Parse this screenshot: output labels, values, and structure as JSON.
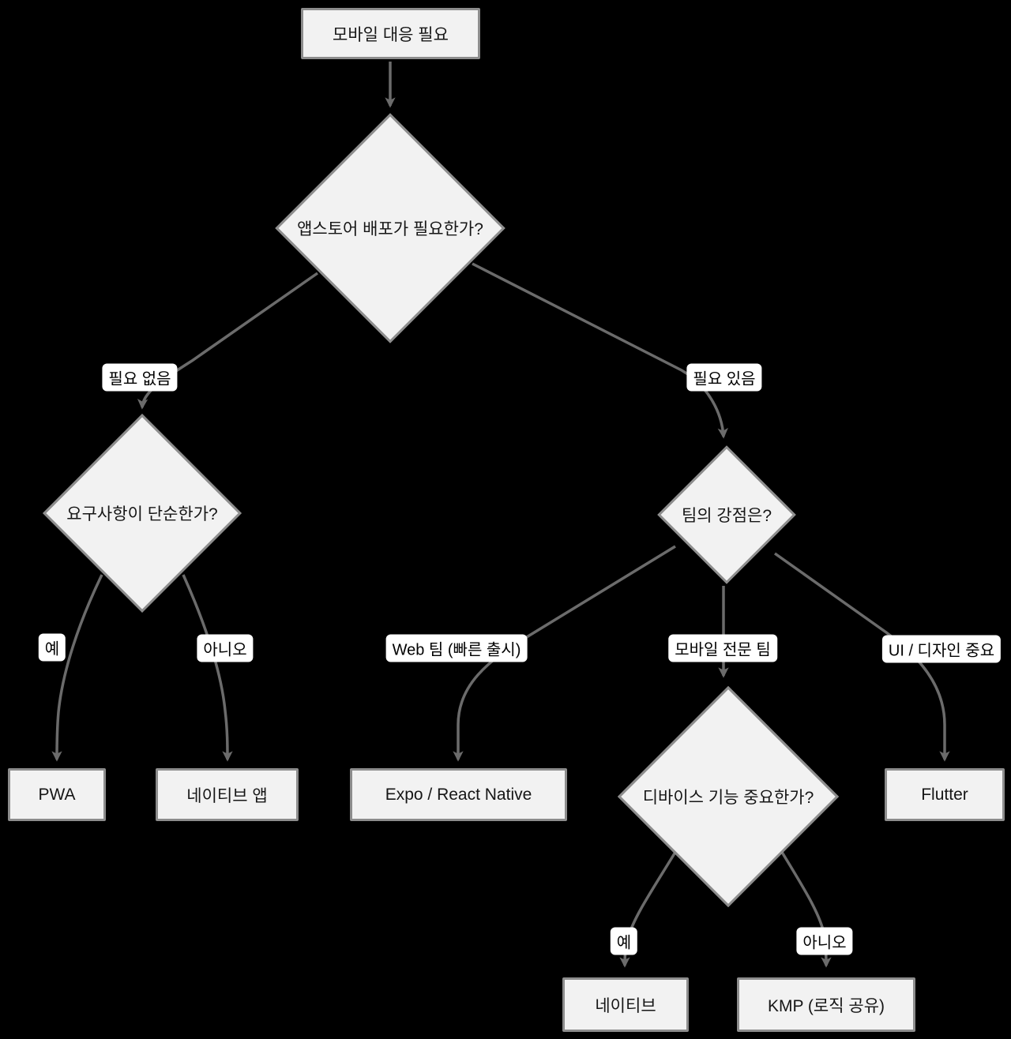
{
  "diagram": {
    "type": "flowchart-decision-tree",
    "colors": {
      "background": "#000000",
      "node_fill": "#f2f2f2",
      "node_border": "#8d8d8d",
      "edge_stroke": "#6b6b6b",
      "edge_label_bg": "#ffffff",
      "text": "#161616"
    },
    "nodes": {
      "start": {
        "label": "모바일 대응 필요",
        "shape": "rect"
      },
      "q_appstore": {
        "label": "앱스토어 배포가 필요한가?",
        "shape": "diamond"
      },
      "q_simple": {
        "label": "요구사항이 단순한가?",
        "shape": "diamond"
      },
      "q_team": {
        "label": "팀의 강점은?",
        "shape": "diamond"
      },
      "q_device": {
        "label": "디바이스 기능 중요한가?",
        "shape": "diamond"
      },
      "pwa": {
        "label": "PWA",
        "shape": "rect"
      },
      "native_app": {
        "label": "네이티브 앱",
        "shape": "rect"
      },
      "expo": {
        "label": "Expo / React Native",
        "shape": "rect"
      },
      "flutter": {
        "label": "Flutter",
        "shape": "rect"
      },
      "native": {
        "label": "네이티브",
        "shape": "rect"
      },
      "kmp": {
        "label": "KMP (로직 공유)",
        "shape": "rect"
      }
    },
    "edges": [
      {
        "from": "start",
        "to": "q_appstore",
        "label": ""
      },
      {
        "from": "q_appstore",
        "to": "q_simple",
        "label": "필요 없음"
      },
      {
        "from": "q_appstore",
        "to": "q_team",
        "label": "필요 있음"
      },
      {
        "from": "q_simple",
        "to": "pwa",
        "label": "예"
      },
      {
        "from": "q_simple",
        "to": "native_app",
        "label": "아니오"
      },
      {
        "from": "q_team",
        "to": "expo",
        "label": "Web 팀 (빠른 출시)"
      },
      {
        "from": "q_team",
        "to": "q_device",
        "label": "모바일 전문 팀"
      },
      {
        "from": "q_team",
        "to": "flutter",
        "label": "UI / 디자인 중요"
      },
      {
        "from": "q_device",
        "to": "native",
        "label": "예"
      },
      {
        "from": "q_device",
        "to": "kmp",
        "label": "아니오"
      }
    ]
  }
}
